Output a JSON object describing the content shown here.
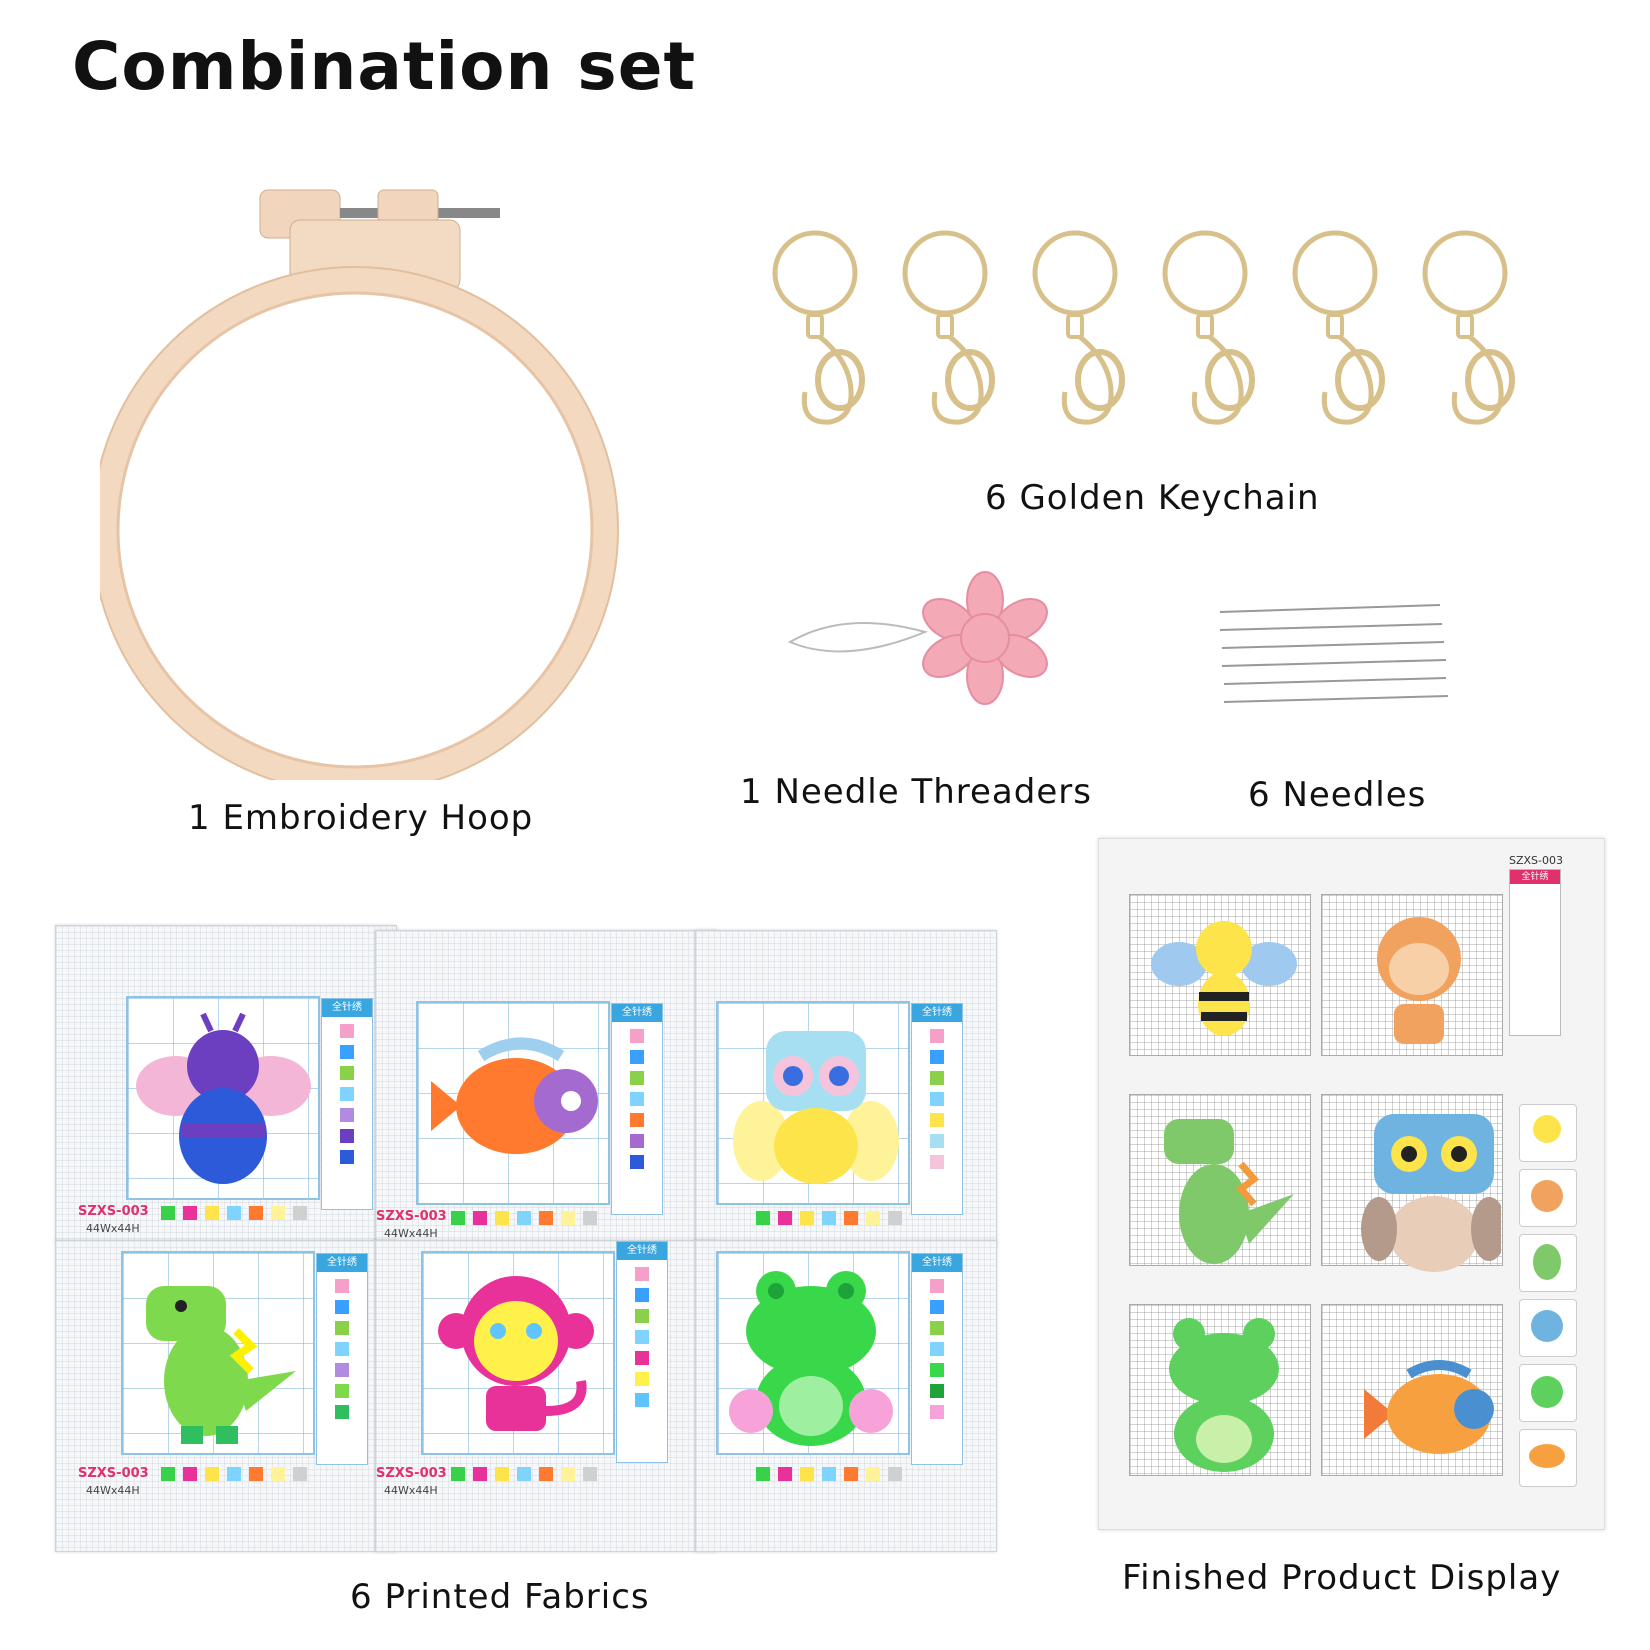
{
  "title": "Combination set",
  "captions": {
    "hoop": "1 Embroidery Hoop",
    "keychain": "6 Golden Keychain",
    "threader": "1 Needle Threaders",
    "needles": "6 Needles",
    "fabrics": "6 Printed Fabrics",
    "display": "Finished Product Display"
  },
  "fabric_code": "SZXS-003",
  "fabric_size": "44Wx44H",
  "legend_header": "全针绣",
  "colors": {
    "hoop": "#f6d9bf",
    "gold": "#d8c08a",
    "threader": "#f4a9b7",
    "grid": "#8fc3e6",
    "accent": "#e0306e"
  },
  "fabrics": [
    {
      "motif": "bee-motif",
      "main": "#6b3fbf",
      "second": "#2c5ad8",
      "accent": "#f3b6d6"
    },
    {
      "motif": "fish-motif",
      "main": "#ff7a2e",
      "second": "#a46ad0",
      "accent": "#9ecfee"
    },
    {
      "motif": "owl-motif",
      "main": "#a7dff2",
      "second": "#fce44a",
      "accent": "#f6c3dd"
    },
    {
      "motif": "dino-motif",
      "main": "#7fd94d",
      "second": "#2fbf5e",
      "accent": "#fdf000"
    },
    {
      "motif": "monkey-motif",
      "main": "#e8329a",
      "second": "#fff14a",
      "accent": "#5fc4ff"
    },
    {
      "motif": "frog-motif",
      "main": "#38d84a",
      "second": "#1ea33a",
      "accent": "#f7a2d8"
    }
  ],
  "display_code": "SZXS-003"
}
